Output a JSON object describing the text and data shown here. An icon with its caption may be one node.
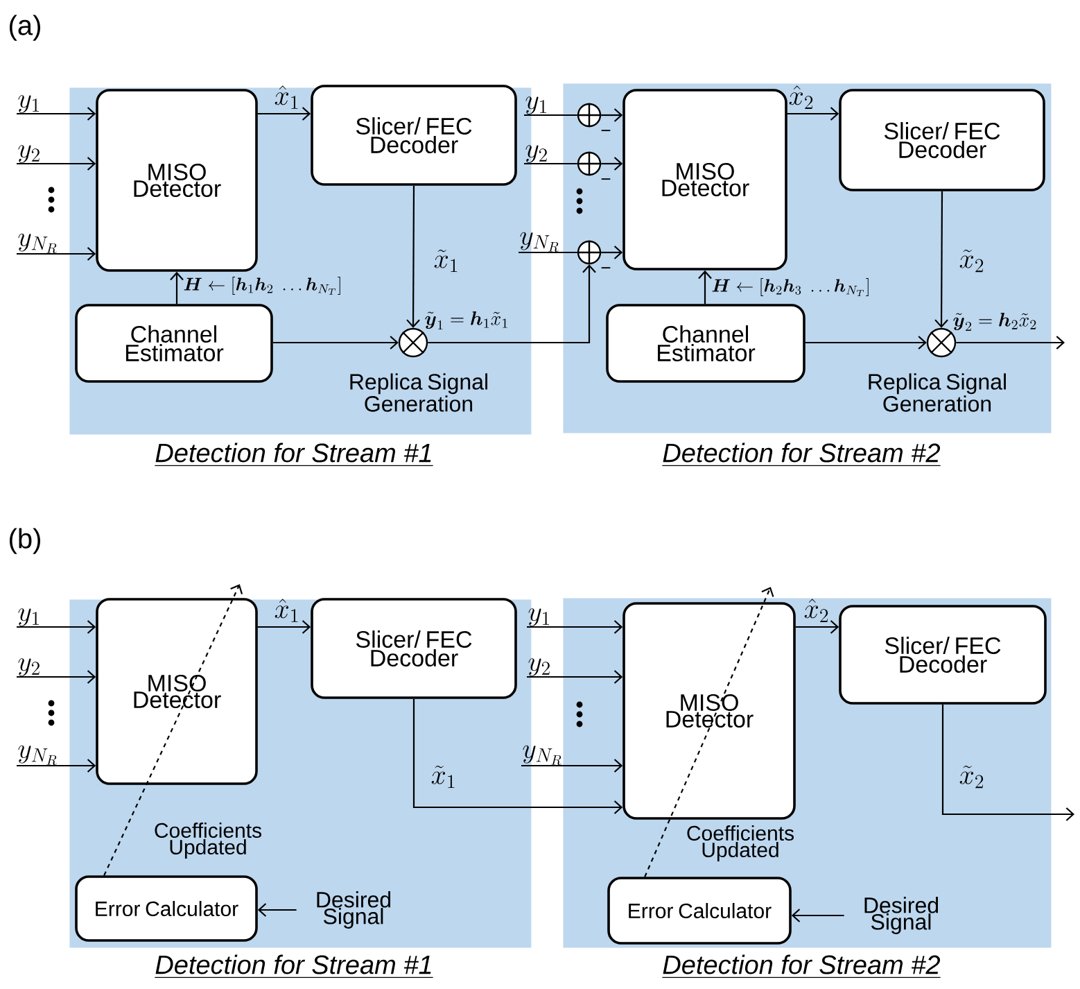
{
  "diagram": {
    "nodes": [
      {
        "text": [
          "Detection for Stream #1"
        ]
      },
      {
        "text": [
          "y_1"
        ]
      },
      {
        "text": [
          "y_2"
        ]
      },
      {
        "text": [
          "y_{N_R}"
        ]
      },
      {
        "text": [
          "MISO Detector"
        ],
        "in": 0
      },
      {
        "text": [
          "Slicer/ FEC Decoder"
        ],
        "in": 0
      },
      {
        "text": [
          "Channel Estimator"
        ],
        "in": 0
      },
      {
        "text": [],
        "shape": "circle",
        "in": 0,
        "beside": [
          "Replica Signal Generation"
        ]
      },
      {
        "text": [
          "Detection for Stream #2"
        ]
      },
      {
        "text": [
          "y_1"
        ]
      },
      {
        "text": [
          "y_2"
        ]
      },
      {
        "text": [
          "y_{N_R}"
        ]
      },
      {
        "text": [],
        "shape": "circle",
        "in": 8
      },
      {
        "text": [],
        "shape": "circle",
        "in": 8
      },
      {
        "text": [],
        "shape": "circle",
        "in": 8
      },
      {
        "text": [
          "MISO Detector"
        ],
        "in": 8
      },
      {
        "text": [
          "Slicer/ FEC Decoder"
        ],
        "in": 8
      },
      {
        "text": [
          "Channel Estimator"
        ],
        "in": 8
      },
      {
        "text": [],
        "shape": "circle",
        "in": 8,
        "beside": [
          "Replica Signal Generation"
        ]
      },
      {
        "text": [
          "Detection for Stream #1"
        ]
      },
      {
        "text": [
          "y_1"
        ]
      },
      {
        "text": [
          "y_2"
        ]
      },
      {
        "text": [
          "y_{N_R}"
        ]
      },
      {
        "text": [
          "MISO Detector"
        ],
        "in": 19
      },
      {
        "text": [
          "Slicer/ FEC Decoder"
        ],
        "in": 19
      },
      {
        "text": [
          "Error Calculator"
        ],
        "in": 19
      },
      {
        "text": [
          "Desired Signal"
        ],
        "in": 19
      },
      {
        "text": [
          "Detection for Stream #2"
        ]
      },
      {
        "text": [
          "y_1"
        ]
      },
      {
        "text": [
          "y_2"
        ]
      },
      {
        "text": [
          "y_{N_R}"
        ]
      },
      {
        "text": [
          "MISO Detector"
        ],
        "in": 27
      },
      {
        "text": [
          "Slicer/ FEC Decoder"
        ],
        "in": 27
      },
      {
        "text": [
          "Error Calculator"
        ],
        "in": 27
      },
      {
        "text": [
          "Desired Signal"
        ],
        "in": 27
      }
    ],
    "edges": [
      {
        "from": 1,
        "to": 4,
        "arrow": "to"
      },
      {
        "from": 2,
        "to": 4,
        "arrow": "to"
      },
      {
        "from": 3,
        "to": 4,
        "arrow": "to"
      },
      {
        "from": 4,
        "to": 5,
        "arrow": "to",
        "label": "\\hat{x}_1"
      },
      {
        "from": 5,
        "to": 7,
        "arrow": "to",
        "label": "\\tilde{x}_1"
      },
      {
        "from": 6,
        "to": 4,
        "arrow": "to",
        "label": "\\boldsymbol{H} \\leftarrow \\left[\\boldsymbol{h}_1\\boldsymbol{h}_2\\ \\ldots\\boldsymbol{h}_{N_T}\\right]"
      },
      {
        "from": 6,
        "to": 7,
        "arrow": "to"
      },
      {
        "from": 7,
        "to": 14,
        "arrow": "to",
        "label": "\\tilde{\\boldsymbol{y}}_1 = \\boldsymbol{h}_1\\tilde{x}_1"
      },
      {
        "from": 9,
        "to": 12,
        "arrow": "none"
      },
      {
        "from": 12,
        "to": 15,
        "arrow": "to"
      },
      {
        "from": 10,
        "to": 13,
        "arrow": "none"
      },
      {
        "from": 13,
        "to": 15,
        "arrow": "to"
      },
      {
        "from": 11,
        "to": 14,
        "arrow": "none"
      },
      {
        "from": 14,
        "to": 15,
        "arrow": "to"
      },
      {
        "from": 15,
        "to": 16,
        "arrow": "to",
        "label": "\\hat{x}_2"
      },
      {
        "from": 16,
        "to": 18,
        "arrow": "to",
        "label": "\\tilde{x}_2"
      },
      {
        "from": 17,
        "to": 15,
        "arrow": "to",
        "label": "\\boldsymbol{H} \\leftarrow \\left[\\boldsymbol{h}_2\\boldsymbol{h}_3\\ \\ldots\\boldsymbol{h}_{N_T}\\right]"
      },
      {
        "from": 17,
        "to": 18,
        "arrow": "to"
      },
      {
        "from": 18,
        "to": null,
        "arrow": "to",
        "label": "\\tilde{\\boldsymbol{y}}_2 = \\boldsymbol{h}_2\\tilde{x}_2"
      },
      {
        "from": 20,
        "to": 23,
        "arrow": "to"
      },
      {
        "from": 21,
        "to": 23,
        "arrow": "to"
      },
      {
        "from": 22,
        "to": 23,
        "arrow": "to"
      },
      {
        "from": 23,
        "to": 24,
        "arrow": "to",
        "label": "\\hat{x}_1"
      },
      {
        "from": 25,
        "to": 23,
        "arrow": "to",
        "style": "dashed",
        "label": "Coefficients Updated"
      },
      {
        "from": 26,
        "to": 25,
        "arrow": "to"
      },
      {
        "from": 24,
        "to": 31,
        "arrow": "to",
        "label": "\\tilde{x}_1"
      },
      {
        "from": 28,
        "to": 31,
        "arrow": "to"
      },
      {
        "from": 29,
        "to": 31,
        "arrow": "to"
      },
      {
        "from": 30,
        "to": 31,
        "arrow": "to"
      },
      {
        "from": 31,
        "to": 32,
        "arrow": "to",
        "label": "\\hat{x}_2"
      },
      {
        "from": 33,
        "to": 31,
        "arrow": "to",
        "style": "dashed",
        "label": "Coefficients Updated"
      },
      {
        "from": 34,
        "to": 33,
        "arrow": "to"
      },
      {
        "from": 32,
        "to": null,
        "arrow": "to",
        "label": "\\tilde{x}_2"
      }
    ],
    "labels": [
      "(a)",
      "(b)",
      "−",
      "−",
      "−"
    ]
  }
}
